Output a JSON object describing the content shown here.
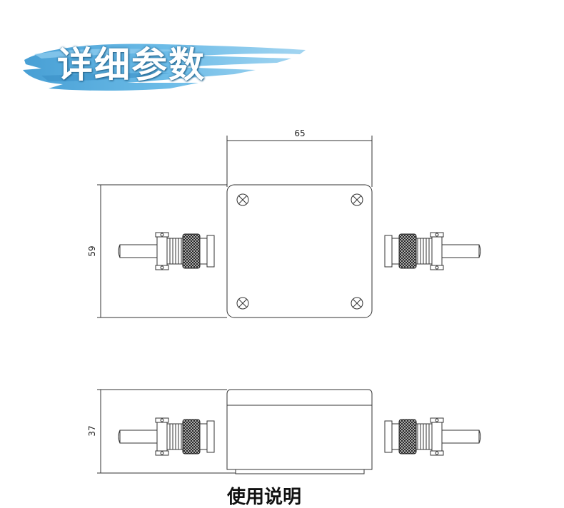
{
  "banner": {
    "title": "详细参数",
    "brush_color": "#5fb3e3"
  },
  "top_view": {
    "width_label": "65",
    "height_label": "59"
  },
  "side_view": {
    "height_label": "37"
  },
  "caption": "使用说明",
  "colors": {
    "line": "#333333",
    "knurl": "#2a2a2a"
  }
}
